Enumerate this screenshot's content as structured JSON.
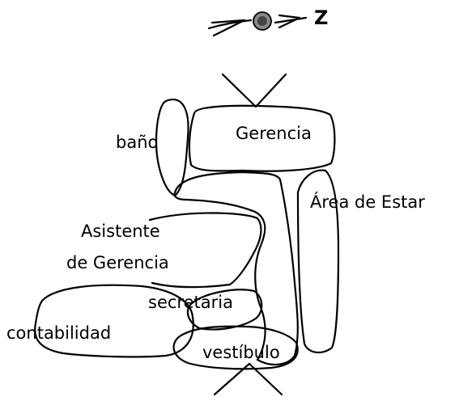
{
  "compass": {
    "letter": "Z",
    "icon": "compass-rose-icon"
  },
  "rooms": {
    "bano": "baño",
    "gerencia": "Gerencia",
    "area_estar": "Área de Estar",
    "asistente_line1": "Asistente",
    "asistente_line2": "de Gerencia",
    "secretaria": "secretaria",
    "contabilidad": "contabilidad",
    "vestibulo": "vestíbulo"
  },
  "colors": {
    "ink": "#000000",
    "background": "#ffffff"
  }
}
